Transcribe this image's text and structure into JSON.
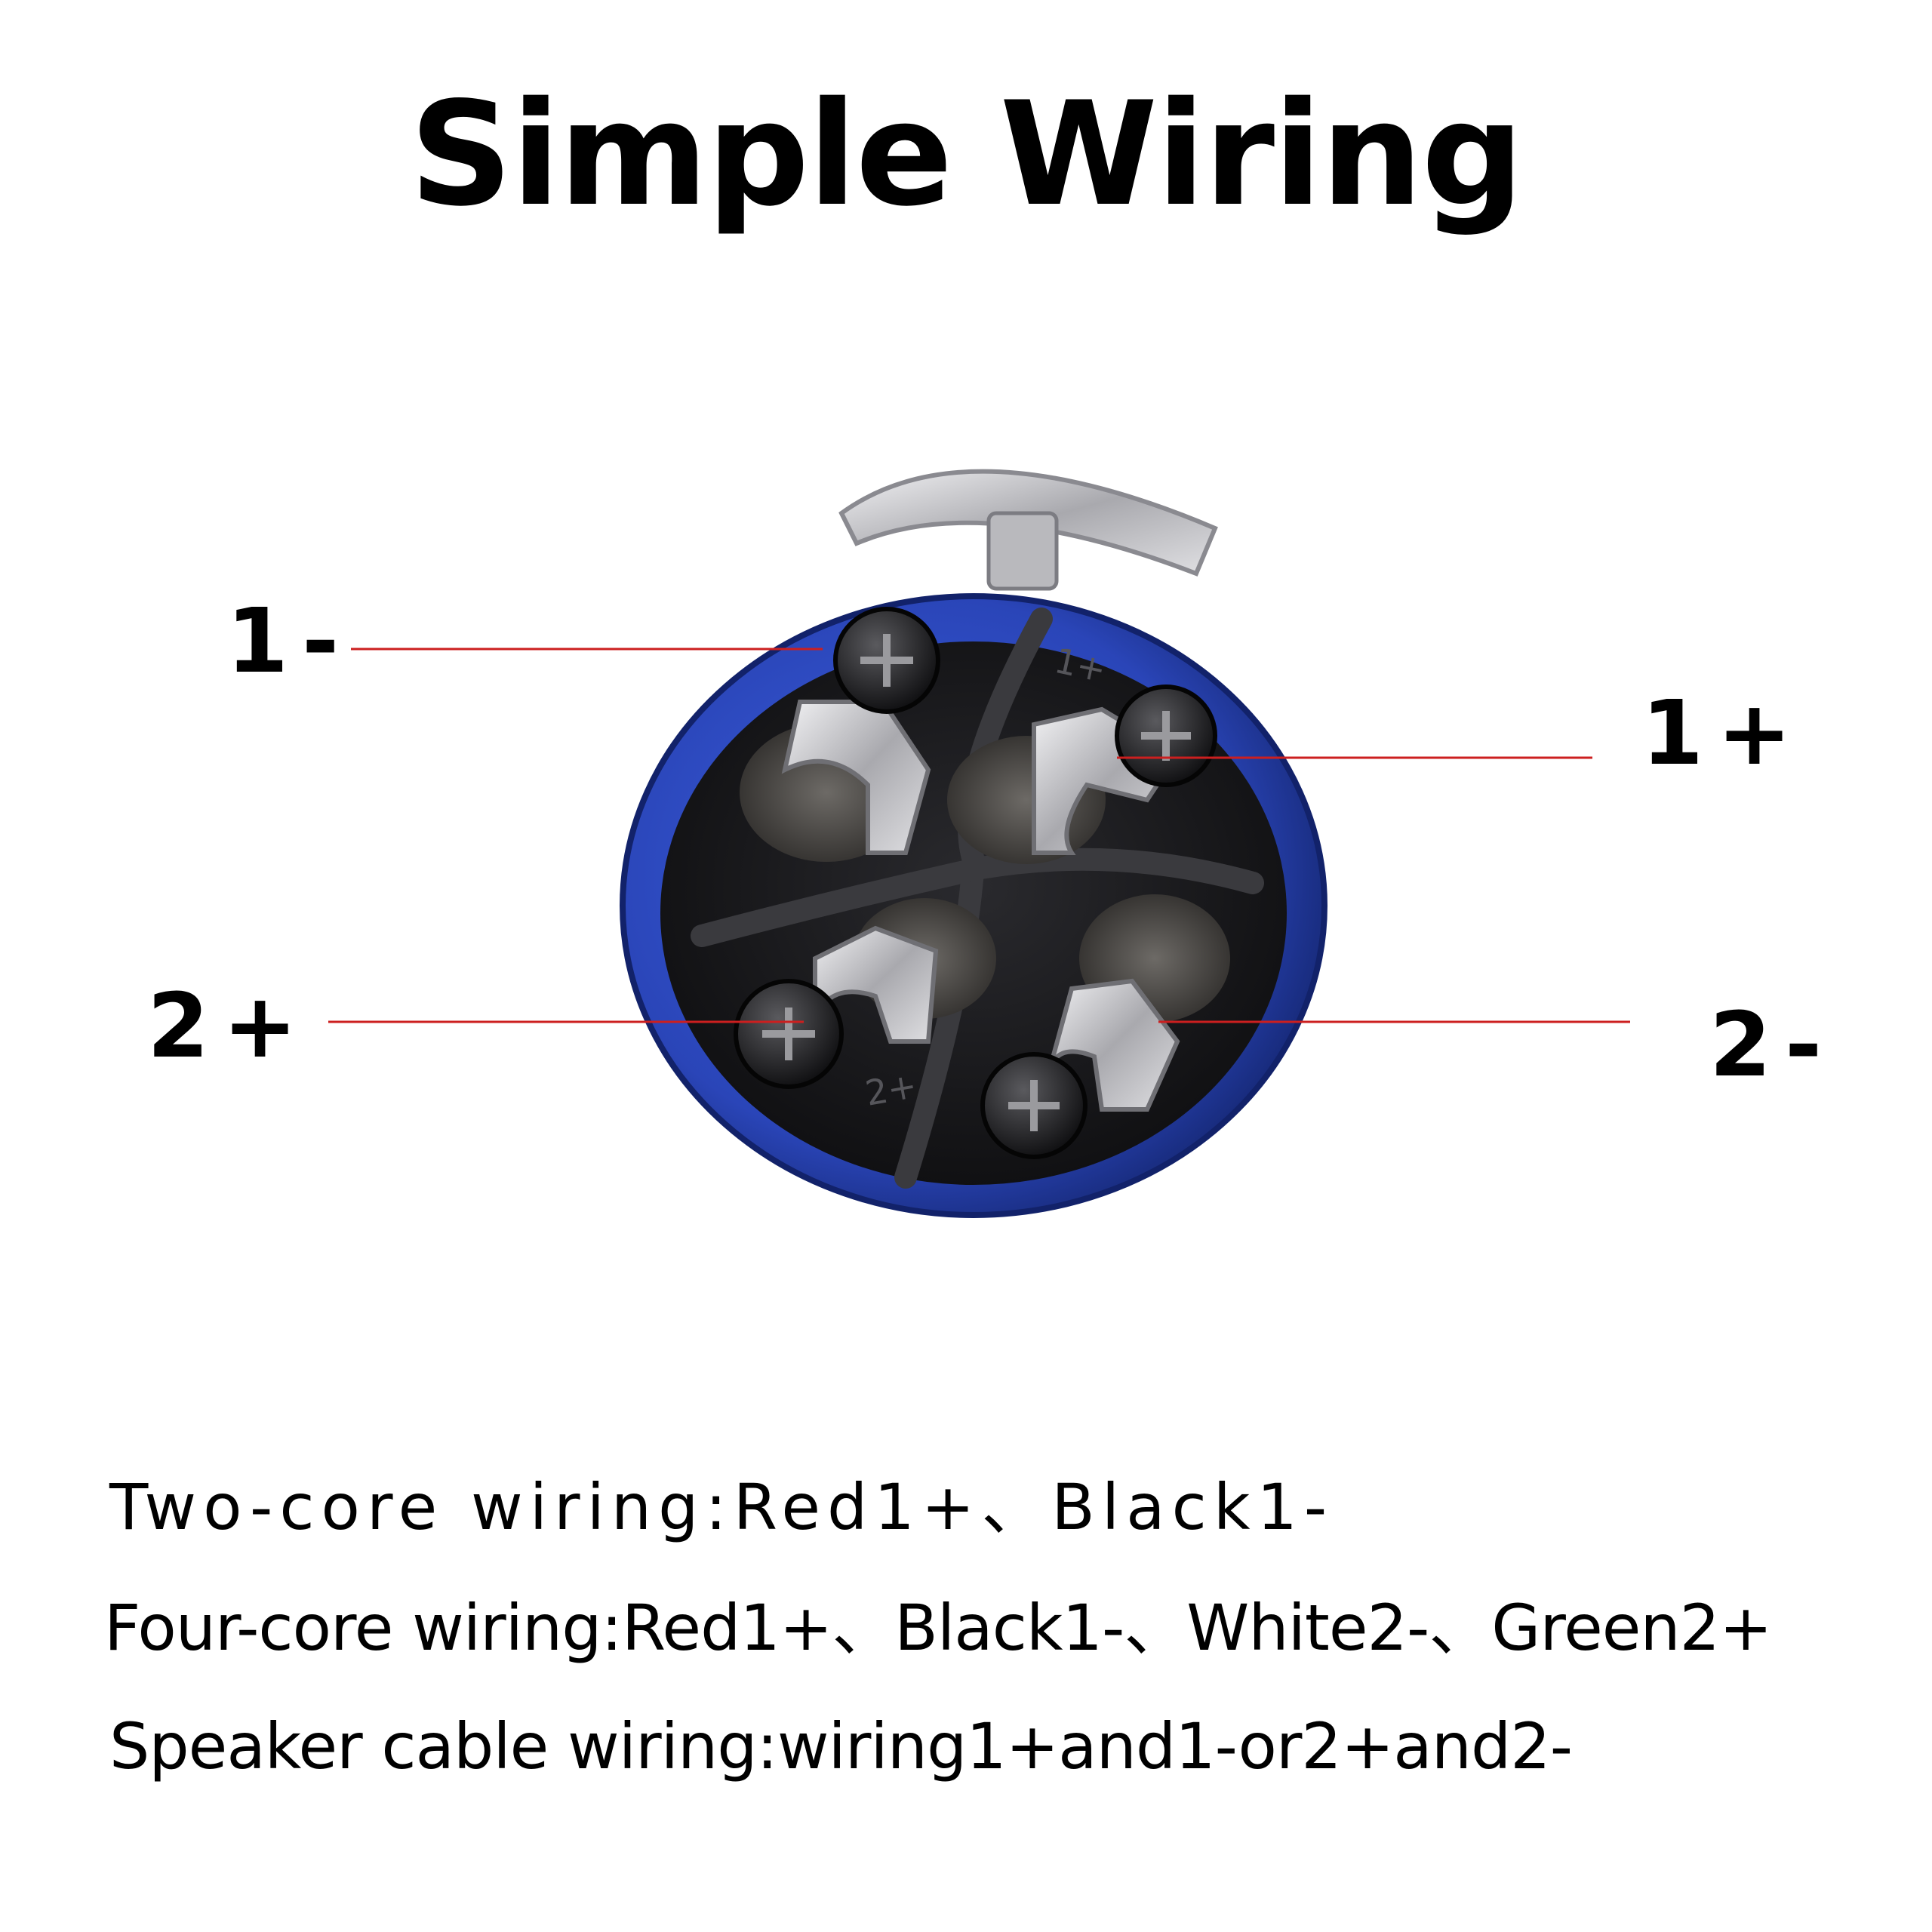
{
  "title": "Simple Wiring",
  "pins": {
    "pin_1_minus": "1-",
    "pin_1_plus": "1+",
    "pin_2_plus": "2+",
    "pin_2_minus": "2-"
  },
  "terminal_marks": {
    "mark_1_plus": "1+",
    "mark_2_plus": "2+"
  },
  "wiring_notes": [
    "Two-core wiring:Red1+、Black1-",
    "Four-core wiring:Red1+、Black1-、White2-、Green2+",
    "Speaker cable wiring:wiring1+and1-or2+and2-"
  ],
  "colors": {
    "leader_line": "#cc1f1f",
    "connector_shell": "#2a45b8",
    "insert_body": "#1c1c1e",
    "terminal_metal": "#c9c9cc"
  }
}
